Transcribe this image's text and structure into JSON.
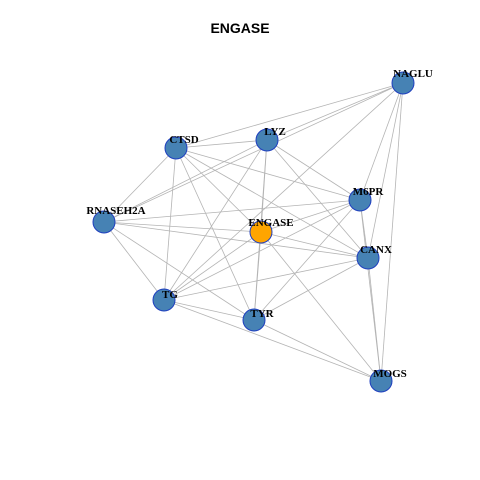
{
  "title": "ENGASE",
  "colors": {
    "node_fill": "#4682b4",
    "node_stroke": "#1f3fbf",
    "center_fill": "#ffa500",
    "edge": "#b4b4b4"
  },
  "nodes": [
    {
      "id": "NAGLU",
      "label": "NAGLU",
      "center": false
    },
    {
      "id": "LYZ",
      "label": "LYZ",
      "center": false
    },
    {
      "id": "CTSD",
      "label": "CTSD",
      "center": false
    },
    {
      "id": "M6PR",
      "label": "M6PR",
      "center": false
    },
    {
      "id": "RNASEH2A",
      "label": "RNASEH2A",
      "center": false
    },
    {
      "id": "ENGASE",
      "label": "ENGASE",
      "center": true
    },
    {
      "id": "CANX",
      "label": "CANX",
      "center": false
    },
    {
      "id": "TG",
      "label": "TG",
      "center": false
    },
    {
      "id": "TYR",
      "label": "TYR",
      "center": false
    },
    {
      "id": "MOGS",
      "label": "MOGS",
      "center": false
    }
  ],
  "edges": [
    [
      "NAGLU",
      "LYZ"
    ],
    [
      "NAGLU",
      "CTSD"
    ],
    [
      "NAGLU",
      "M6PR"
    ],
    [
      "NAGLU",
      "CANX"
    ],
    [
      "NAGLU",
      "TG"
    ],
    [
      "NAGLU",
      "RNASEH2A"
    ],
    [
      "NAGLU",
      "MOGS"
    ],
    [
      "LYZ",
      "CTSD"
    ],
    [
      "LYZ",
      "RNASEH2A"
    ],
    [
      "LYZ",
      "ENGASE"
    ],
    [
      "LYZ",
      "TYR"
    ],
    [
      "LYZ",
      "M6PR"
    ],
    [
      "LYZ",
      "CANX"
    ],
    [
      "LYZ",
      "TG"
    ],
    [
      "CTSD",
      "RNASEH2A"
    ],
    [
      "CTSD",
      "TG"
    ],
    [
      "CTSD",
      "TYR"
    ],
    [
      "CTSD",
      "M6PR"
    ],
    [
      "CTSD",
      "CANX"
    ],
    [
      "CTSD",
      "ENGASE"
    ],
    [
      "RNASEH2A",
      "ENGASE"
    ],
    [
      "RNASEH2A",
      "TG"
    ],
    [
      "RNASEH2A",
      "TYR"
    ],
    [
      "RNASEH2A",
      "M6PR"
    ],
    [
      "RNASEH2A",
      "CANX"
    ],
    [
      "ENGASE",
      "TYR"
    ],
    [
      "ENGASE",
      "M6PR"
    ],
    [
      "ENGASE",
      "CANX"
    ],
    [
      "ENGASE",
      "MOGS"
    ],
    [
      "ENGASE",
      "TG"
    ],
    [
      "M6PR",
      "CANX"
    ],
    [
      "M6PR",
      "TYR"
    ],
    [
      "M6PR",
      "MOGS"
    ],
    [
      "M6PR",
      "TG"
    ],
    [
      "CANX",
      "MOGS"
    ],
    [
      "CANX",
      "TYR"
    ],
    [
      "CANX",
      "TG"
    ],
    [
      "TG",
      "TYR"
    ],
    [
      "TG",
      "MOGS"
    ],
    [
      "TYR",
      "MOGS"
    ]
  ]
}
